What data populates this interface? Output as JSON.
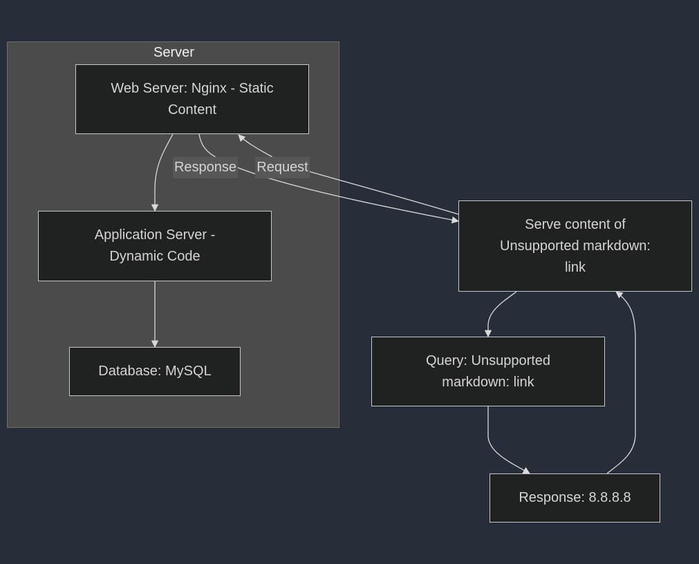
{
  "cluster": {
    "title": "Server"
  },
  "nodes": {
    "web_server": "Web Server: Nginx - Static Content",
    "app_server": "Application Server - Dynamic Code",
    "database": "Database: MySQL",
    "serve_content": "Serve content of Unsupported markdown: link",
    "query": "Query: Unsupported markdown: link",
    "response_dns": "Response: 8.8.8.8"
  },
  "edge_labels": {
    "response": "Response",
    "request": "Request"
  },
  "colors": {
    "background": "#282d3a",
    "cluster_fill": "#4a4b4a",
    "node_fill": "#202121",
    "node_border": "#c8c8c8",
    "edge": "#d9d9d9",
    "label_fill": "#575757",
    "text": "#d4d4d4"
  }
}
